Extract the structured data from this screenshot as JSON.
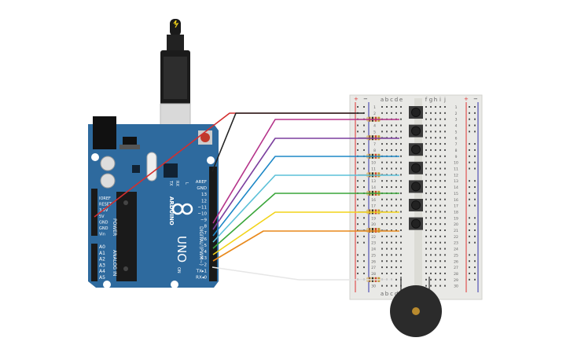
{
  "arduino": {
    "brand": "ARDUINO",
    "model": "UNO",
    "digital_header": "DIGITAL (PWM~)",
    "power_header": "POWER",
    "analog_header": "ANALOG IN",
    "on_label": "ON",
    "tx_label": "TX",
    "rx_label": "RX",
    "l_label": "L",
    "digital_pins": [
      "AREF",
      "GND",
      "13",
      "12",
      "~11",
      "~10",
      "~9",
      "8",
      "7",
      "~6",
      "~5",
      "4",
      "~3",
      "2",
      "TX▸1",
      "RX◂0"
    ],
    "power_pins": [
      "IOREF",
      "RESET",
      "3.3V",
      "5V",
      "GND",
      "GND",
      "Vin"
    ],
    "analog_pins": [
      "A0",
      "A1",
      "A2",
      "A3",
      "A4",
      "A5"
    ]
  },
  "breadboard": {
    "col_letters_left": [
      "a",
      "b",
      "c",
      "d",
      "e"
    ],
    "col_letters_right": [
      "f",
      "g",
      "h",
      "i",
      "j"
    ],
    "rail_plus": "+",
    "rail_minus": "−",
    "row_numbers": [
      "1",
      "2",
      "3",
      "4",
      "5",
      "6",
      "7",
      "8",
      "9",
      "10",
      "11",
      "12",
      "13",
      "14",
      "15",
      "16",
      "17",
      "18",
      "19",
      "20",
      "21",
      "22",
      "23",
      "24",
      "25",
      "26",
      "27",
      "28",
      "29",
      "30"
    ]
  },
  "wires": {
    "colors": {
      "red": "#d32f2f",
      "black": "#222222",
      "magenta": "#b5338a",
      "purple": "#7b3f9e",
      "blue": "#1e88c7",
      "cyan": "#5bc0d8",
      "green": "#3aa63a",
      "yellow": "#f2d318",
      "orange": "#e8891c",
      "white": "#e6e6e6"
    }
  },
  "colors": {
    "board_blue": "#2e6a9e",
    "board_dark": "#1f4e78",
    "breadboard": "#e9e9e6",
    "buzzer": "#2b2b2b",
    "button": "#3a3a3a"
  }
}
